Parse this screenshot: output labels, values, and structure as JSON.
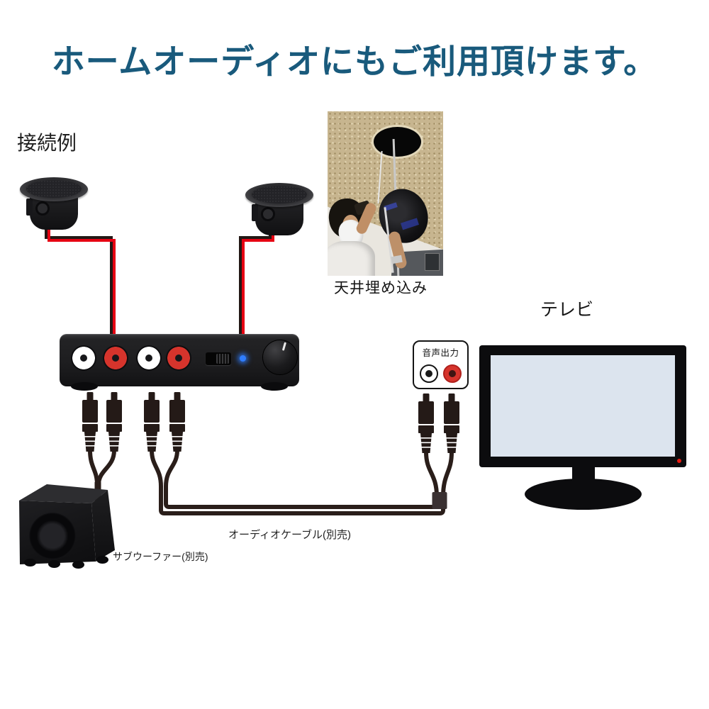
{
  "title": "ホームオーディオにもご利用頂けます。",
  "labels": {
    "connection_example": "接続例",
    "ceiling_mount": "天井埋め込み",
    "tv": "テレビ",
    "audio_output": "音声出力",
    "subwoofer": "サブウーファー(別売)",
    "audio_cable": "オーディオケーブル(別売)"
  },
  "colors": {
    "title_text": "#195a7c",
    "wire_red": "#e60012",
    "wire_black": "#231815",
    "cable_black": "#2a1e1a",
    "amp_led_blue": "#2f7dff",
    "tv_screen": "#dce4ee",
    "tv_power_led": "#e8190f",
    "jack_red": "#d6342c",
    "jack_white": "#ffffff"
  },
  "icons": {
    "ceiling_speaker": "ceiling-speaker-icon",
    "rca_plug": "rca-plug-icon",
    "rca_jack": "rca-jack-icon",
    "volume_knob": "volume-knob-icon",
    "power_switch": "power-switch-icon",
    "tv": "tv-icon",
    "subwoofer": "subwoofer-icon"
  }
}
